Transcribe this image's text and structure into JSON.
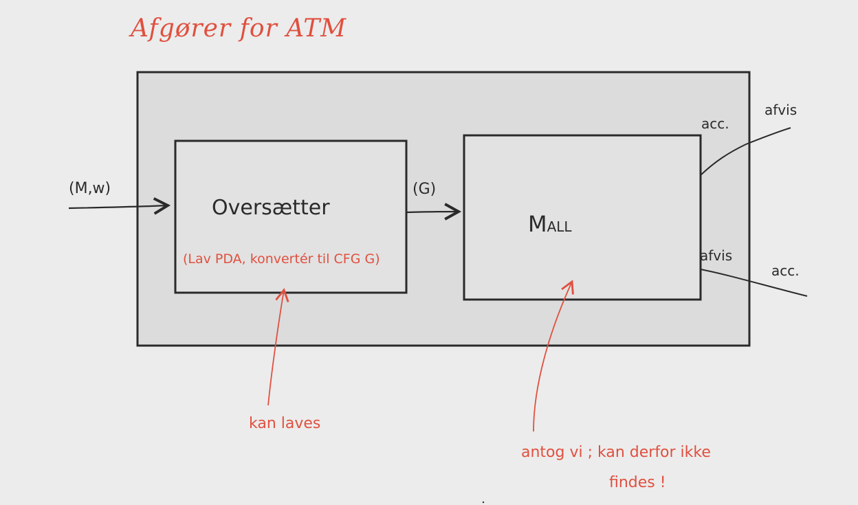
{
  "title": "Afgører for ATM",
  "input_label": "(M,w)",
  "translator": {
    "label": "Oversætter",
    "note": "(Lav PDA, konvertér til CFG G)"
  },
  "grammar_label": "(G)",
  "mall": {
    "label": "M",
    "subscript": "ALL"
  },
  "outputs": {
    "acc_top": "acc.",
    "afvis_top": "afvis",
    "afvis_bottom": "afvis",
    "acc_bottom": "acc."
  },
  "annotations": {
    "kan_laves": "kan laves",
    "antog_line1": "antog vi ; kan derfor ikke",
    "antog_line2": "findes !"
  },
  "colors": {
    "ink": "#2a2a2a",
    "annotation": "#e0503f",
    "outer_box_fill": "#dcdcdc",
    "inner_box_fill": "#e2e2e2",
    "background": "#ececec"
  }
}
